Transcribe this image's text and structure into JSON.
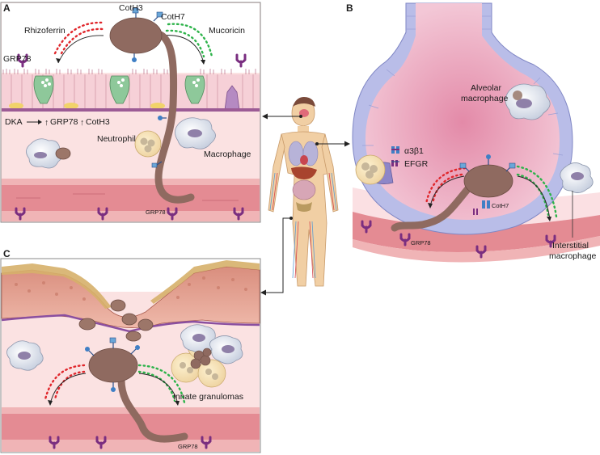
{
  "panels": {
    "a": {
      "letter": "A",
      "cotH3": "CotH3",
      "cotH7": "CotH7",
      "rhizoferrin": "Rhizoferrin",
      "mucoricin": "Mucoricin",
      "grp78": "GRP78",
      "dka": "DKA",
      "dka_grp78": "GRP78",
      "dka_coth3": "CotH3",
      "neutrophil": "Neutrophil",
      "macrophage": "Macrophage",
      "grp78_bottom": "GRP78"
    },
    "b": {
      "letter": "B",
      "alveolar_line1": "Alveolar",
      "alveolar_line2": "macrophage",
      "integrin": "α3β1",
      "egfr": "EFGR",
      "coth7": "CotH7",
      "grp78": "GRP78",
      "interstitial_line1": "Interstitial",
      "interstitial_line2": "macrophage"
    },
    "c": {
      "letter": "C",
      "granulomas": "Innate granulomas",
      "grp78": "GRP78"
    }
  },
  "colors": {
    "fungus": "#8f6a60",
    "cell_pink": "#f6d2d8",
    "vessel": "#e48b93",
    "alveolus": "#eab0c4",
    "membrane": "#b9bde8",
    "receptor": "#7a2e80",
    "iron_red": "#e0262b",
    "toxin_green": "#2db34a"
  }
}
